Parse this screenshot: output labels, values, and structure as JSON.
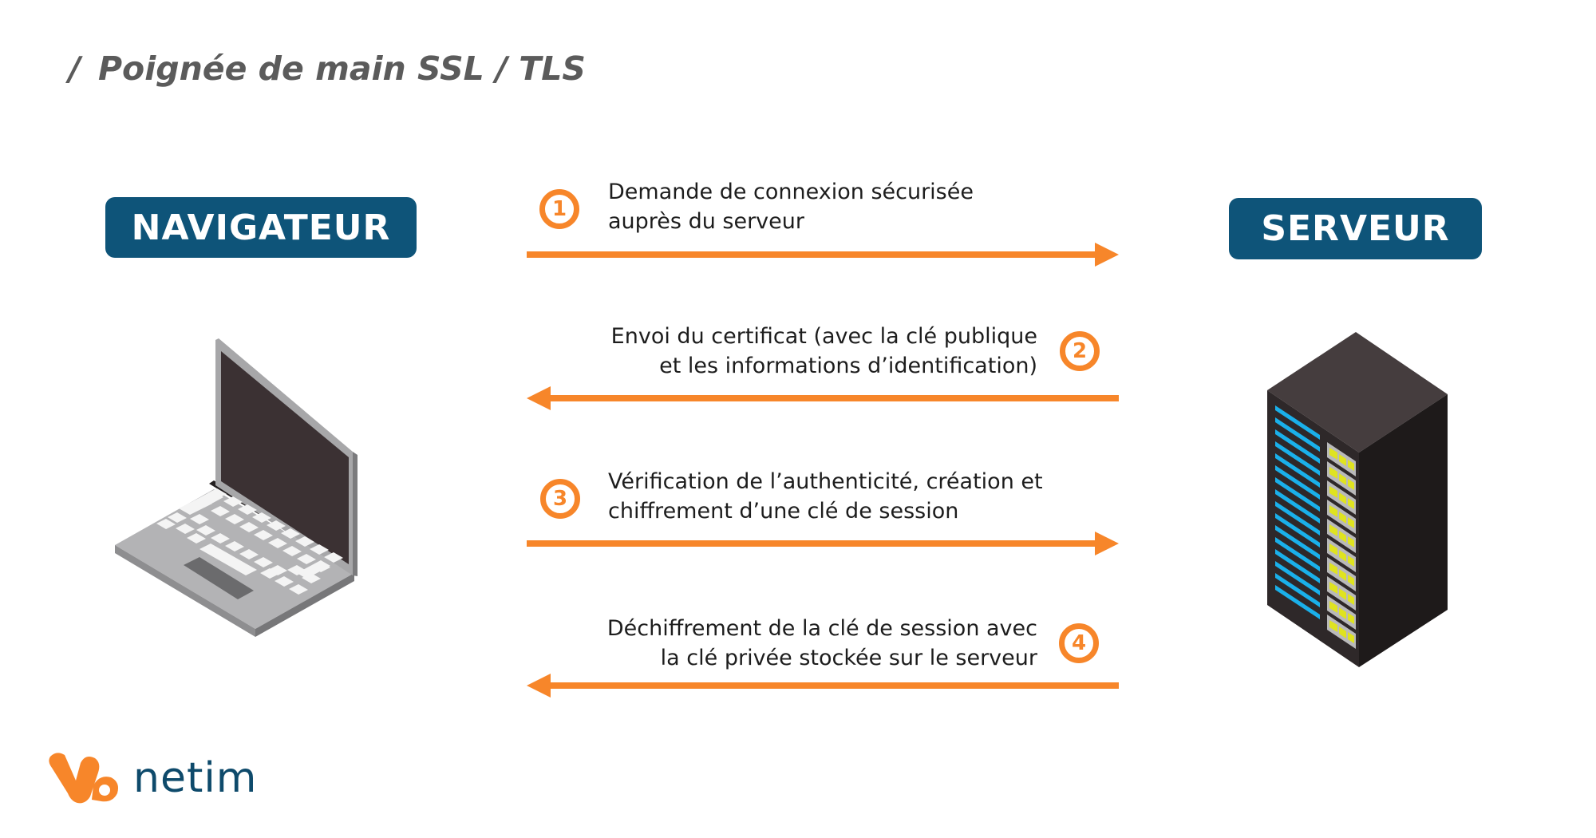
{
  "title": {
    "prefix": "/",
    "text": "Poignée de main SSL / TLS"
  },
  "actors": {
    "client": "NAVIGATEUR",
    "server": "SERVEUR"
  },
  "colors": {
    "accent": "#f7862a",
    "label_bg": "#0e5479",
    "title": "#5b5b5b",
    "text": "#1d1d1d"
  },
  "steps": [
    {
      "number": "1",
      "direction": "client-to-server",
      "lines": [
        "Demande de connexion sécurisée",
        "auprès du serveur"
      ]
    },
    {
      "number": "2",
      "direction": "server-to-client",
      "lines": [
        "Envoi du certificat (avec la clé publique",
        "et les informations d’identification)"
      ]
    },
    {
      "number": "3",
      "direction": "client-to-server",
      "lines": [
        "Vérification de l’authenticité, création et",
        "chiffrement d’une clé de session"
      ]
    },
    {
      "number": "4",
      "direction": "server-to-client",
      "lines": [
        "Déchiffrement de la clé de session avec",
        "la clé privée stockée sur le serveur"
      ]
    }
  ],
  "illustrations": {
    "client": "laptop-icon",
    "server": "server-rack-icon"
  },
  "logo": {
    "wordmark": "netim"
  }
}
